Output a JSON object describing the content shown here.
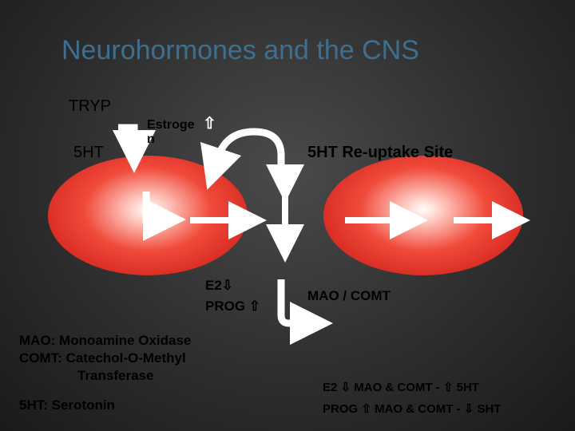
{
  "title": "Neurohormones and the CNS",
  "labels": {
    "tryp": "TRYP",
    "fivehtLeft": "5HT",
    "estrogen_line1": "Estroge",
    "estrogen_up": "⇧",
    "estrogen_line2": "n",
    "reuptake": "5HT Re-uptake Site",
    "e2": "E2⇩",
    "prog": "PROG ⇧",
    "mao_comt": "MAO / COMT"
  },
  "definitions": {
    "mao": "MAO: Monoamine Oxidase",
    "comt_1": "COMT: Catechol-O-Methyl",
    "comt_2": "Transferase",
    "fiveht": "5HT: Serotonin"
  },
  "effects": {
    "line1": "E2 ⇩ MAO & COMT - ⇧ 5HT",
    "line2": "PROG ⇧ MAO & COMT - ⇩ SHT"
  },
  "colors": {
    "title": "#3f6f8f",
    "cell": "#e8271e",
    "arrow": "#ffffff",
    "background": "#333333"
  }
}
